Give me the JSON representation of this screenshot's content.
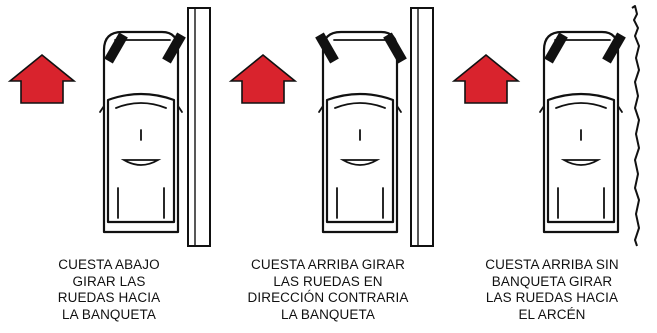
{
  "colors": {
    "arrow": "#d9232d",
    "arrow_outline": "#111111",
    "ink": "#111111",
    "tire": "#111111",
    "curb_fill": "#ffffff"
  },
  "panels": [
    {
      "id": "downhill",
      "curb_type": "curb",
      "wheel_direction": "toward-curb",
      "caption_lines": [
        "CUESTA ABAJO",
        "GIRAR LAS",
        "RUEDAS HACIA",
        "LA BANQUETA"
      ]
    },
    {
      "id": "uphill",
      "curb_type": "curb",
      "wheel_direction": "away-from-curb",
      "caption_lines": [
        "CUESTA ARRIBA GIRAR",
        "LAS RUEDAS EN",
        "DIRECCIÓN CONTRARIA",
        "LA BANQUETA"
      ]
    },
    {
      "id": "uphill-no-curb",
      "curb_type": "shoulder",
      "wheel_direction": "toward-shoulder",
      "caption_lines": [
        "CUESTA ARRIBA SIN",
        "BANQUETA GIRAR",
        "LAS RUEDAS HACIA",
        "EL ARCÉN"
      ]
    }
  ]
}
